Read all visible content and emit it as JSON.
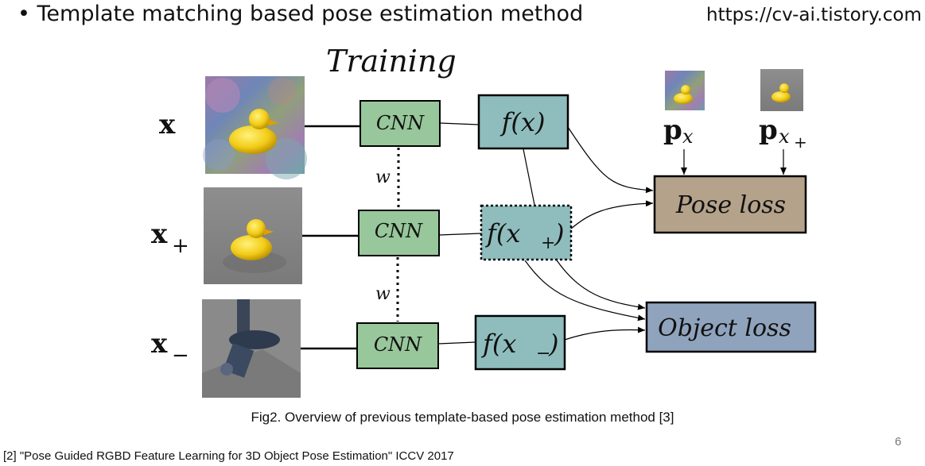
{
  "slide": {
    "title": "Template matching based pose estimation method",
    "url": "https://cv-ai.tistory.com",
    "caption": "Fig2. Overview of previous template-based pose estimation method [3]",
    "page_number": "6",
    "reference": "[2] \"Pose Guided RGBD Feature Learning for 3D Object Pose Estimation\" ICCV 2017"
  },
  "diagram": {
    "heading": "Training",
    "inputs": [
      {
        "label": "x",
        "sub": ""
      },
      {
        "label": "x",
        "sub": "+"
      },
      {
        "label": "x",
        "sub": "−"
      }
    ],
    "cnn_label": "CNN",
    "shared_weight_label": "w",
    "features": [
      {
        "label": "f(x)"
      },
      {
        "label": "f(x+)",
        "fn": "f(",
        "var": "x",
        "sub": "+",
        "close": ")"
      },
      {
        "label": "f(x−)",
        "fn": "f(",
        "var": "x",
        "sub": "−",
        "close": ")"
      }
    ],
    "poses": [
      {
        "label": "p",
        "sub": "x"
      },
      {
        "label": "p",
        "sub": "x+",
        "sub_var": "x",
        "sub_sign": "+"
      }
    ],
    "pose_loss": "Pose loss",
    "object_loss": "Object loss",
    "colors": {
      "cnn_fill": "#97c79a",
      "feature_fill": "#8fbdbd",
      "pose_loss_fill": "#b4a28a",
      "object_loss_fill": "#8fa3bd"
    }
  }
}
